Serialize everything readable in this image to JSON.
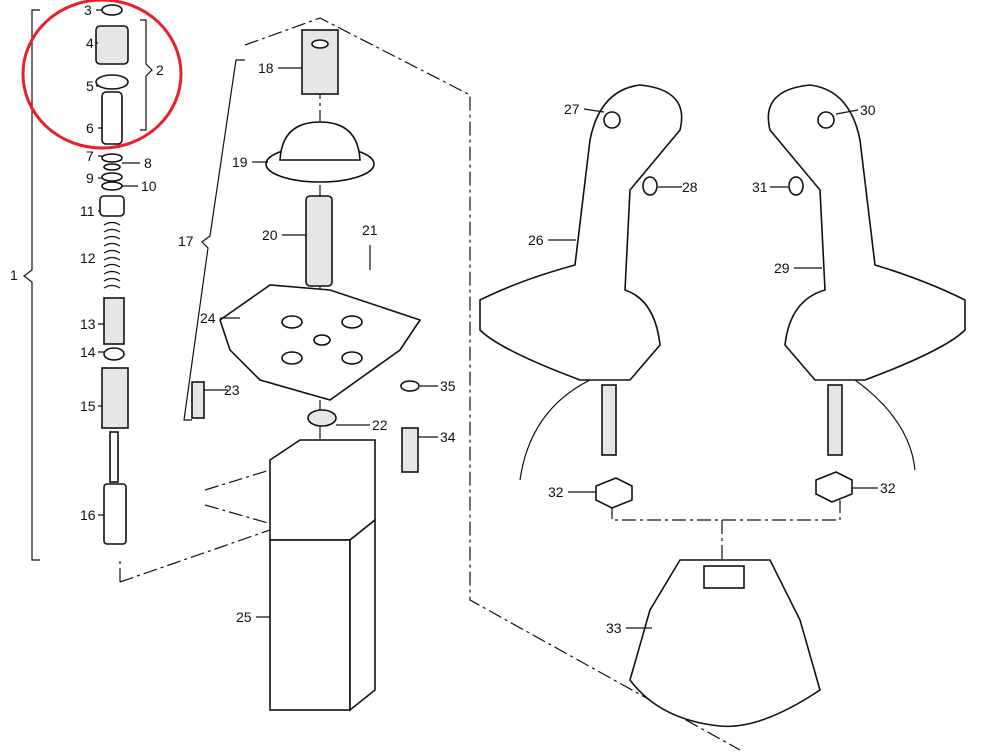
{
  "diagram": {
    "type": "exploded-parts-diagram",
    "highlight_color": "#e8202a",
    "labels": {
      "p1": "1",
      "p2": "2",
      "p3": "3",
      "p4": "4",
      "p5": "5",
      "p6": "6",
      "p7": "7",
      "p8": "8",
      "p9": "9",
      "p10": "10",
      "p11": "11",
      "p12": "12",
      "p13": "13",
      "p14": "14",
      "p15": "15",
      "p16": "16",
      "p17": "17",
      "p18": "18",
      "p19": "19",
      "p20": "20",
      "p21": "21",
      "p22": "22",
      "p23": "23",
      "p24": "24",
      "p25": "25",
      "p26": "26",
      "p27": "27",
      "p28": "28",
      "p29": "29",
      "p30": "30",
      "p31": "31",
      "p32a": "32",
      "p32b": "32",
      "p33": "33",
      "p34": "34",
      "p35": "35"
    }
  }
}
